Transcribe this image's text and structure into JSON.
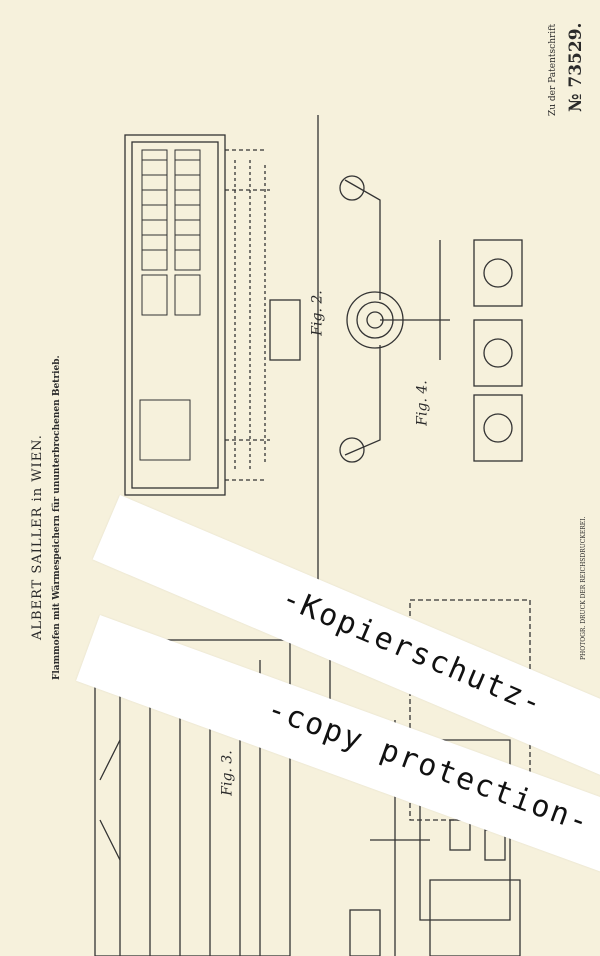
{
  "header": {
    "reference_label": "Zu der Patentschrift",
    "patent_number": "№ 73529."
  },
  "title": {
    "inventor": "ALBERT SAILLER in WIEN.",
    "subtitle": "Flammofen mit Wärmespeichern für ununterbrochenen Betrieb."
  },
  "printer_note": "PHOTOGR. DRUCK DER REICHSDRUCKEREI.",
  "figures": {
    "fig2": "Fig. 2.",
    "fig3": "Fig. 3.",
    "fig4": "Fig. 4."
  },
  "watermarks": {
    "german": "-Kopierschutz-",
    "english": "-copy protection-"
  },
  "colors": {
    "paper": "#f6f1dc",
    "ink": "#2a2a2a",
    "banner": "#ffffff"
  }
}
